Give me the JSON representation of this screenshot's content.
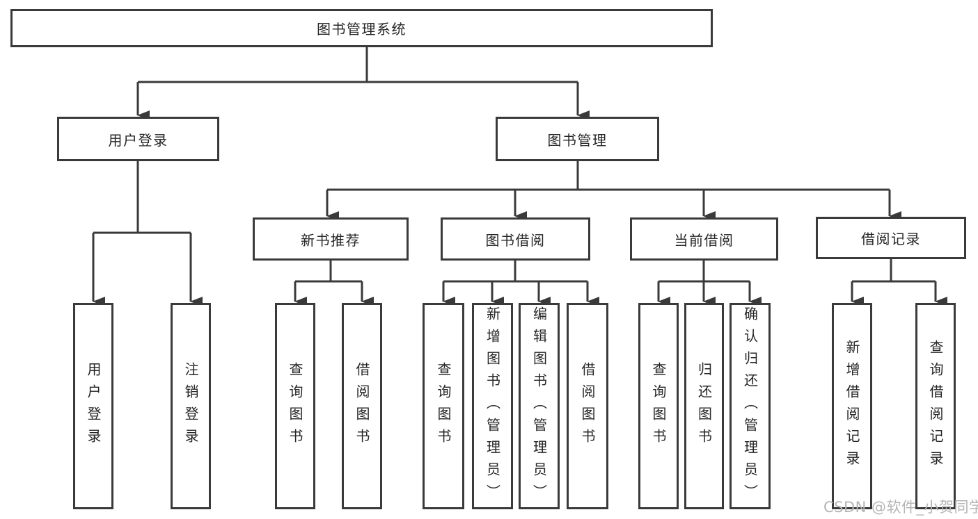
{
  "tree": {
    "root": {
      "label": "图书管理系统"
    },
    "branches": [
      {
        "label": "用户登录",
        "children": [
          {
            "label": "用户登录"
          },
          {
            "label": "注销登录"
          }
        ]
      },
      {
        "label": "图书管理",
        "children": [
          {
            "label": "新书推荐",
            "children": [
              {
                "label": "查询图书"
              },
              {
                "label": "借阅图书"
              }
            ]
          },
          {
            "label": "图书借阅",
            "children": [
              {
                "label": "查询图书"
              },
              {
                "label": "新增图书（管理员）"
              },
              {
                "label": "编辑图书（管理员）"
              },
              {
                "label": "借阅图书"
              }
            ]
          },
          {
            "label": "当前借阅",
            "children": [
              {
                "label": "查询图书"
              },
              {
                "label": "归还图书"
              },
              {
                "label": "确认归还（管理员）"
              }
            ]
          },
          {
            "label": "借阅记录",
            "children": [
              {
                "label": "新增借阅记录"
              },
              {
                "label": "查询借阅记录"
              }
            ]
          }
        ]
      }
    ]
  },
  "watermark": "CSDN @软件_小贺同学",
  "colors": {
    "line": "#3a3a3a",
    "text": "#262626",
    "watermark": "#b5b5b5",
    "background": "#ffffff"
  }
}
